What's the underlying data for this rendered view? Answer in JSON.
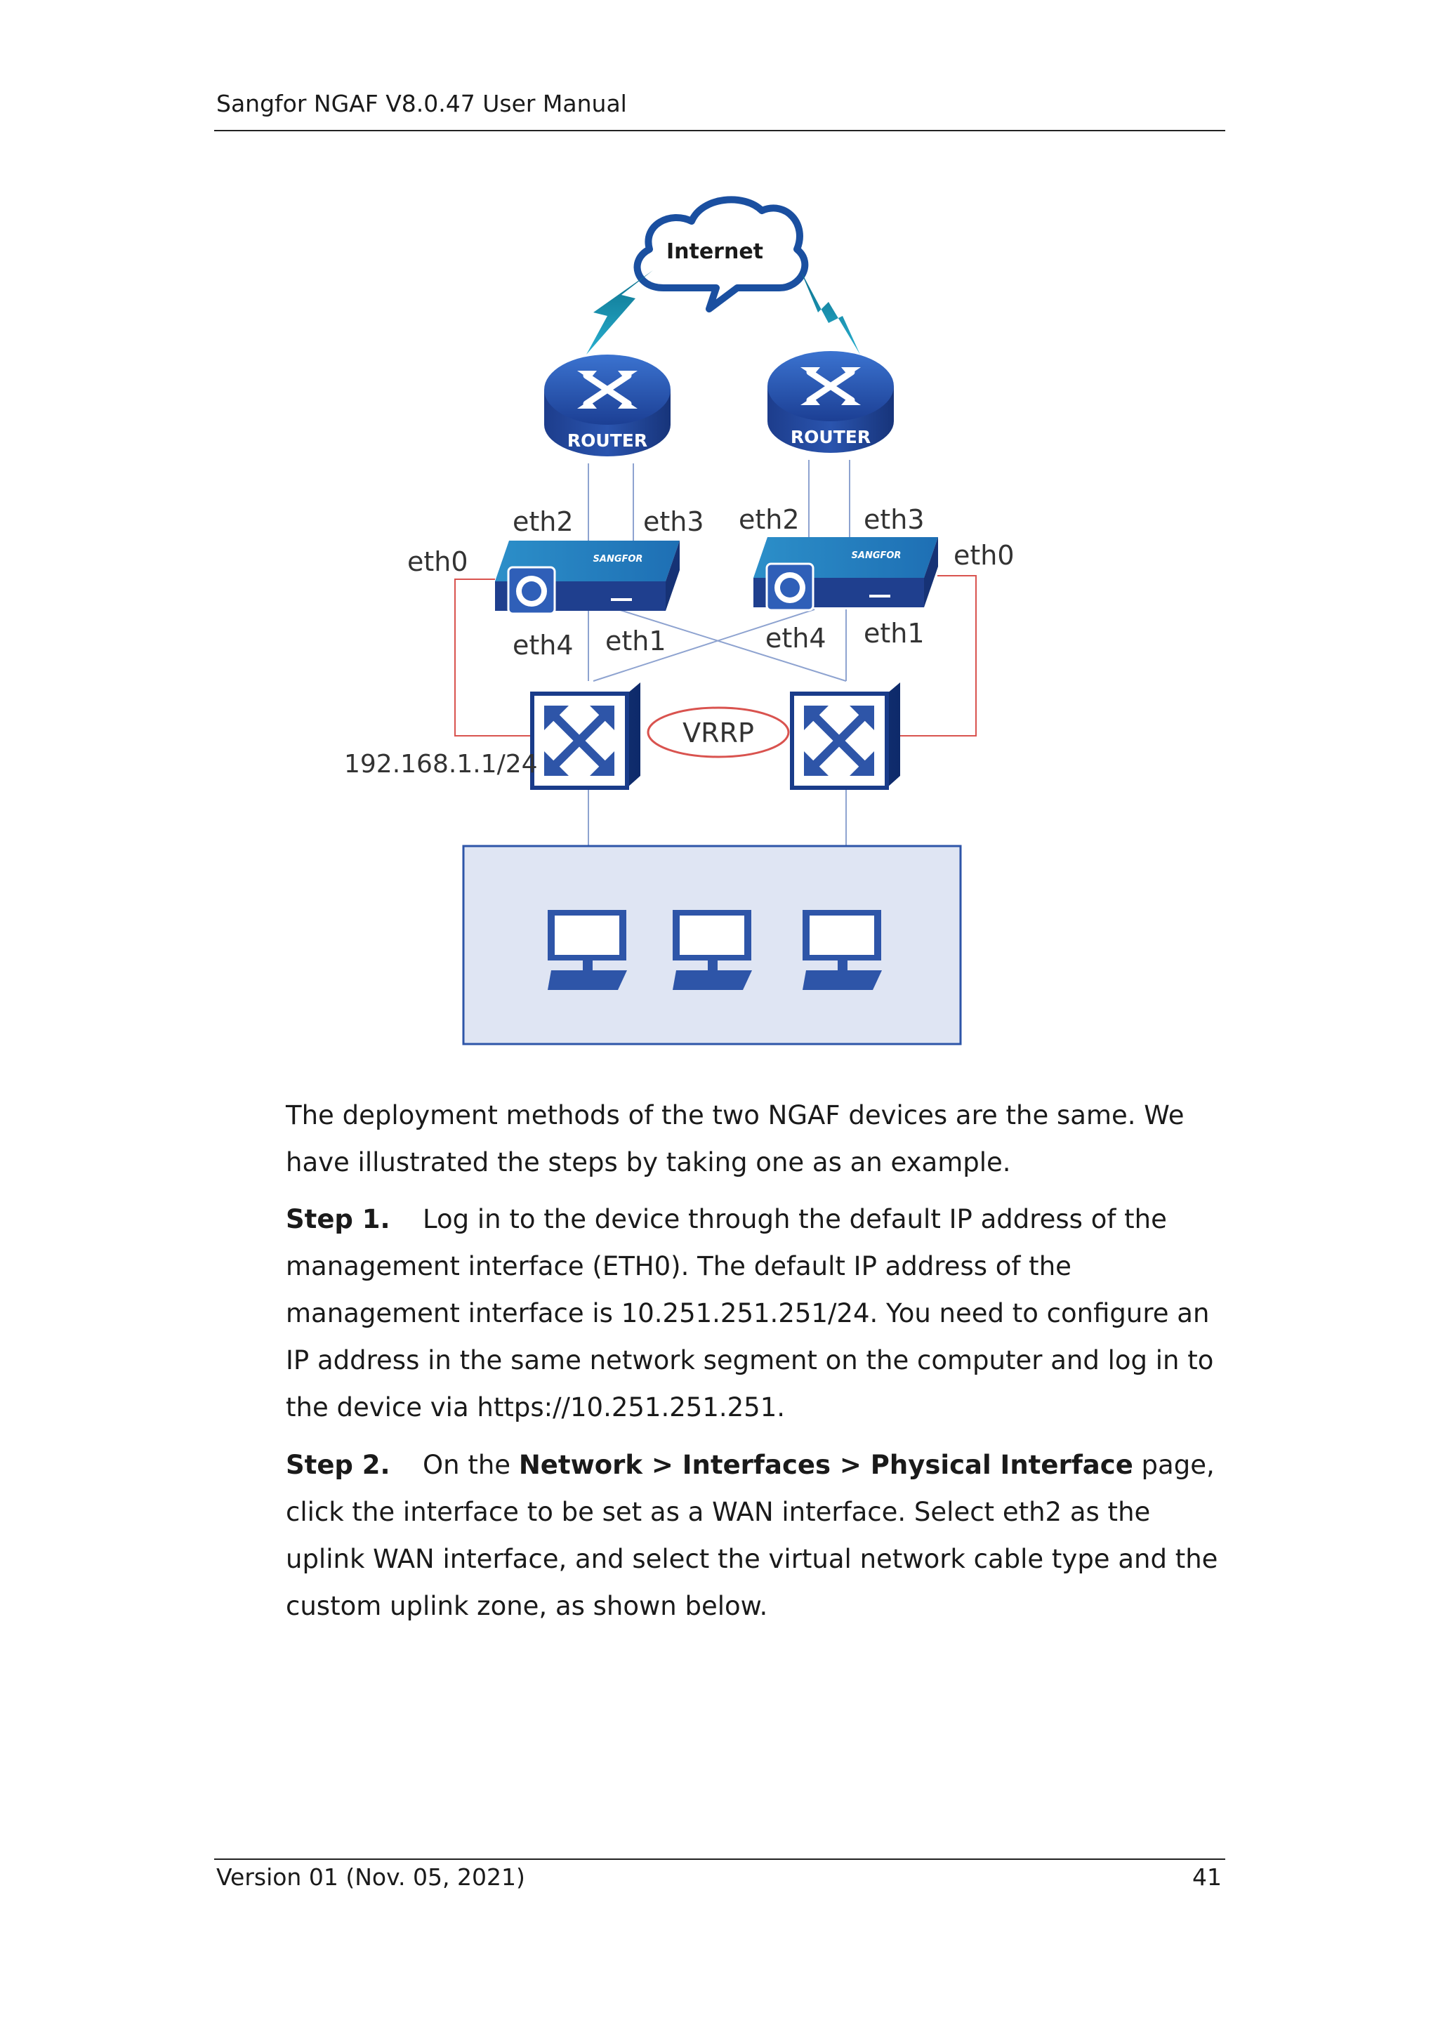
{
  "header": {
    "title": "Sangfor NGAF V8.0.47 User Manual"
  },
  "diagram": {
    "internet_label": "Internet",
    "routers": [
      {
        "label": "ROUTER"
      },
      {
        "label": "ROUTER"
      }
    ],
    "firewalls": [
      {
        "brand": "SANGFOR",
        "ports": {
          "eth0": "eth0",
          "eth1": "eth1",
          "eth2": "eth2",
          "eth3": "eth3",
          "eth4": "eth4"
        }
      },
      {
        "brand": "SANGFOR",
        "ports": {
          "eth0": "eth0",
          "eth1": "eth1",
          "eth2": "eth2",
          "eth3": "eth3",
          "eth4": "eth4"
        }
      }
    ],
    "vrrp_label": "VRRP",
    "ip_label": "192.168.1.1/24"
  },
  "content": {
    "para1": "The deployment methods of the two NGAF devices are the same. We have illustrated the steps by taking one as an example.",
    "step1": {
      "label": "Step 1.",
      "text": "Log in to the device through the default IP address of the management interface (ETH0). The default IP address of the management interface is 10.251.251.251/24. You need to configure an IP address in the same network segment on the computer and log in to the device via https://10.251.251.251."
    },
    "step2": {
      "label": "Step 2.",
      "prefix": "On the ",
      "path": "Network > Interfaces > Physical Interface",
      "suffix": " page, click the interface to be set as a WAN interface. Select eth2 as the uplink WAN interface, and select the virtual network cable type and the custom uplink zone, as shown below."
    }
  },
  "footer": {
    "version": "Version 01 (Nov. 05, 2021)",
    "page": "41"
  },
  "colors": {
    "device_blue": "#2e55a8",
    "link_red": "#d9534f",
    "link_blue": "#8ea3d0",
    "lan_bg": "#dfe5f3"
  }
}
